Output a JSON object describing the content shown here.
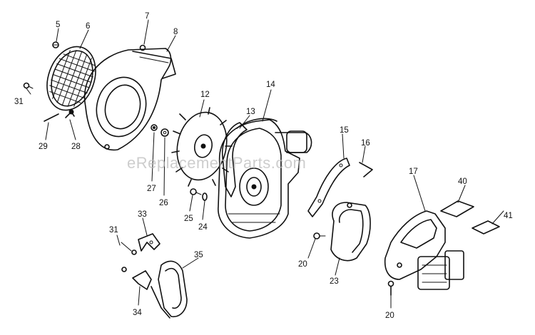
{
  "watermark": "eReplacementParts.com",
  "callouts": {
    "p5": "5",
    "p6": "6",
    "p7": "7",
    "p8": "8",
    "p31a": "31",
    "p29": "29",
    "p28": "28",
    "p12": "12",
    "p14": "14",
    "p13": "13",
    "p27": "27",
    "p26": "26",
    "p25": "25",
    "p24": "24",
    "p15": "15",
    "p16": "16",
    "p17": "17",
    "p40": "40",
    "p41": "41",
    "p33": "33",
    "p31b": "31",
    "p35": "35",
    "p34": "34",
    "p20a": "20",
    "p23": "23",
    "p20b": "20"
  }
}
